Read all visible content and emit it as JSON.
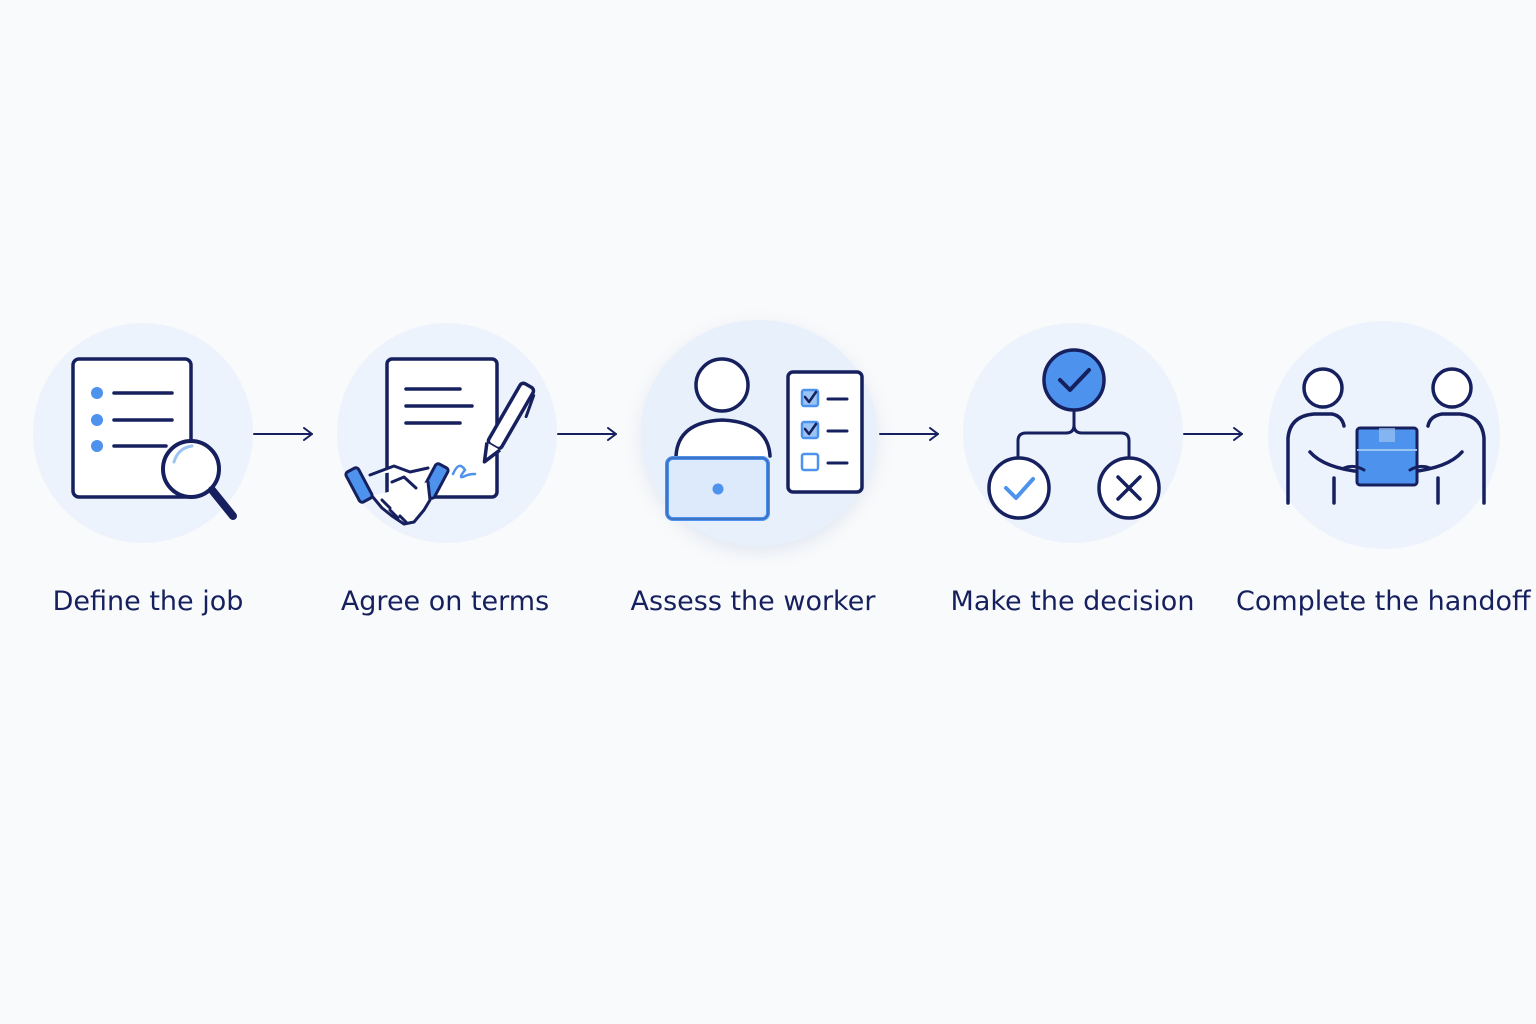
{
  "colors": {
    "background": "#f9fafb",
    "circle": "#edf3fc",
    "navy": "#16205e",
    "accent_blue": "#4d92ec",
    "light_blue": "#9cc4f2"
  },
  "steps": [
    {
      "label": "Define the job",
      "icon": "document-search-icon"
    },
    {
      "label": "Agree on terms",
      "icon": "handshake-contract-icon"
    },
    {
      "label": "Assess the worker",
      "icon": "worker-laptop-checklist-icon"
    },
    {
      "label": "Make the decision",
      "icon": "decision-branch-icon"
    },
    {
      "label": "Complete the handoff",
      "icon": "package-handoff-icon"
    }
  ],
  "connector_icon": "arrow-right-icon"
}
